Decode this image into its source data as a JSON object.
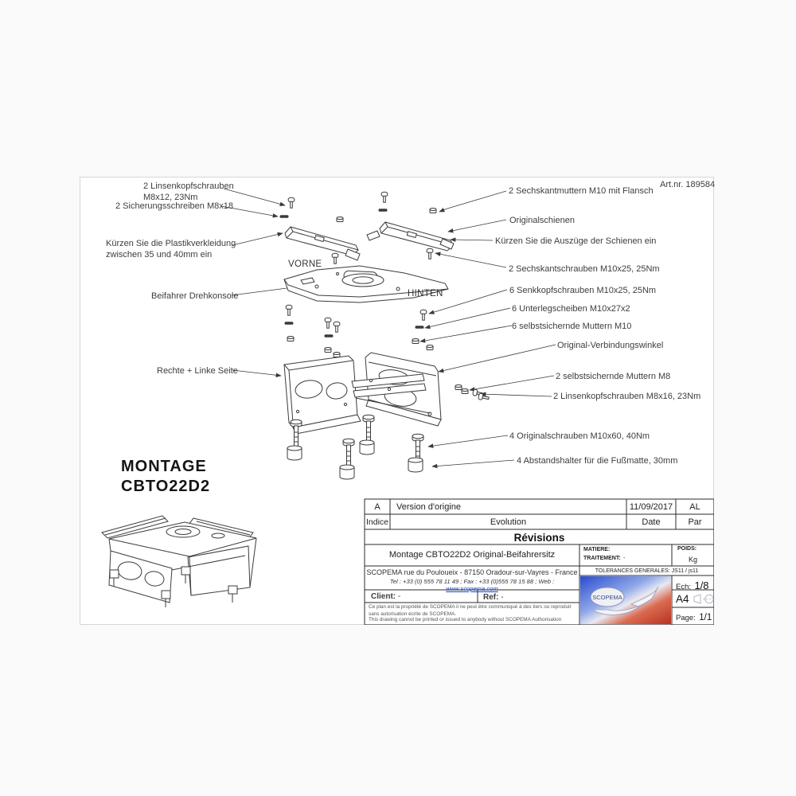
{
  "sheet": {
    "art_nr": "Art.nr. 189584"
  },
  "drawing": {
    "montage_title": "MONTAGE\nCBTO22D2",
    "vorne": "VORNE",
    "hinten": "HINTEN"
  },
  "callouts": [
    {
      "text": "2 Linsenkopfschrauben\nM8x12, 23Nm"
    },
    {
      "text": "2 Sicherungsschreiben M8x18"
    },
    {
      "text": "Kürzen Sie die Plastikverkleidung\nzwischen 35 und 40mm ein"
    },
    {
      "text": "Beifahrer Drehkonsole"
    },
    {
      "text": "Rechte + Linke Seite"
    },
    {
      "text": "2 Sechskantmuttern M10 mit Flansch"
    },
    {
      "text": "Originalschienen"
    },
    {
      "text": "Kürzen Sie die Auszüge der Schienen ein"
    },
    {
      "text": "2 Sechskantschrauben M10x25, 25Nm"
    },
    {
      "text": "6 Senkkopfschrauben M10x25, 25Nm"
    },
    {
      "text": "6 Unterlegscheiben M10x27x2"
    },
    {
      "text": "6 selbstsichernde Muttern M10"
    },
    {
      "text": "Original-Verbindungswinkel"
    },
    {
      "text": "2 selbstsichernde Muttern M8"
    },
    {
      "text": "2 Linsenkopfschrauben M8x16, 23Nm"
    },
    {
      "text": "4 Originalschrauben M10x60, 40Nm"
    },
    {
      "text": "4 Abstandshalter für die Fußmatte, 30mm"
    }
  ],
  "revisions": {
    "title": "Révisions",
    "header": {
      "indice": "Indice",
      "evolution": "Evolution",
      "date": "Date",
      "par": "Par"
    },
    "row": {
      "indice": "A",
      "evolution": "Version d'origine",
      "date": "11/09/2017",
      "par": "AL"
    }
  },
  "titleblock": {
    "doc_title": "Montage CBTO22D2 Original-Beifahrersitz",
    "matiere_label": "MATIERE:",
    "traitement_label": "TRAITEMENT:",
    "traitement_value": "-",
    "poids_label": "POIDS:",
    "poids_value": "Kg",
    "tolerances": "TOLERANCES GENERALES: JS11 / js11",
    "address": "SCOPEMA rue du Pouloueix - 87150 Oradour-sur-Vayres - France",
    "contact_prefix": "Tel : +33 (0) 555 78 11 49 ; Fax : +33 (0)555 78 15 88 ; Web : ",
    "website": "www.scopema.com",
    "client_label": "Client:",
    "client_value": "-",
    "ref_label": "Ref:",
    "ref_value": "-",
    "disclaimer_fr": "Ce plan est la propriété de SCOPEMA il ne peut être communiqué à des tiers ou reproduit\nsans autorisation écrite de SCOPEMA.",
    "disclaimer_en": "This drawing cannot be printed or issued to anybody without SCOPEMA Authorisation",
    "ech_label": "Ech:",
    "ech_value": "1/8",
    "format": "A4",
    "page_label": "Page:",
    "page_value": "1/1",
    "logo_text": "SCOPEMA"
  }
}
